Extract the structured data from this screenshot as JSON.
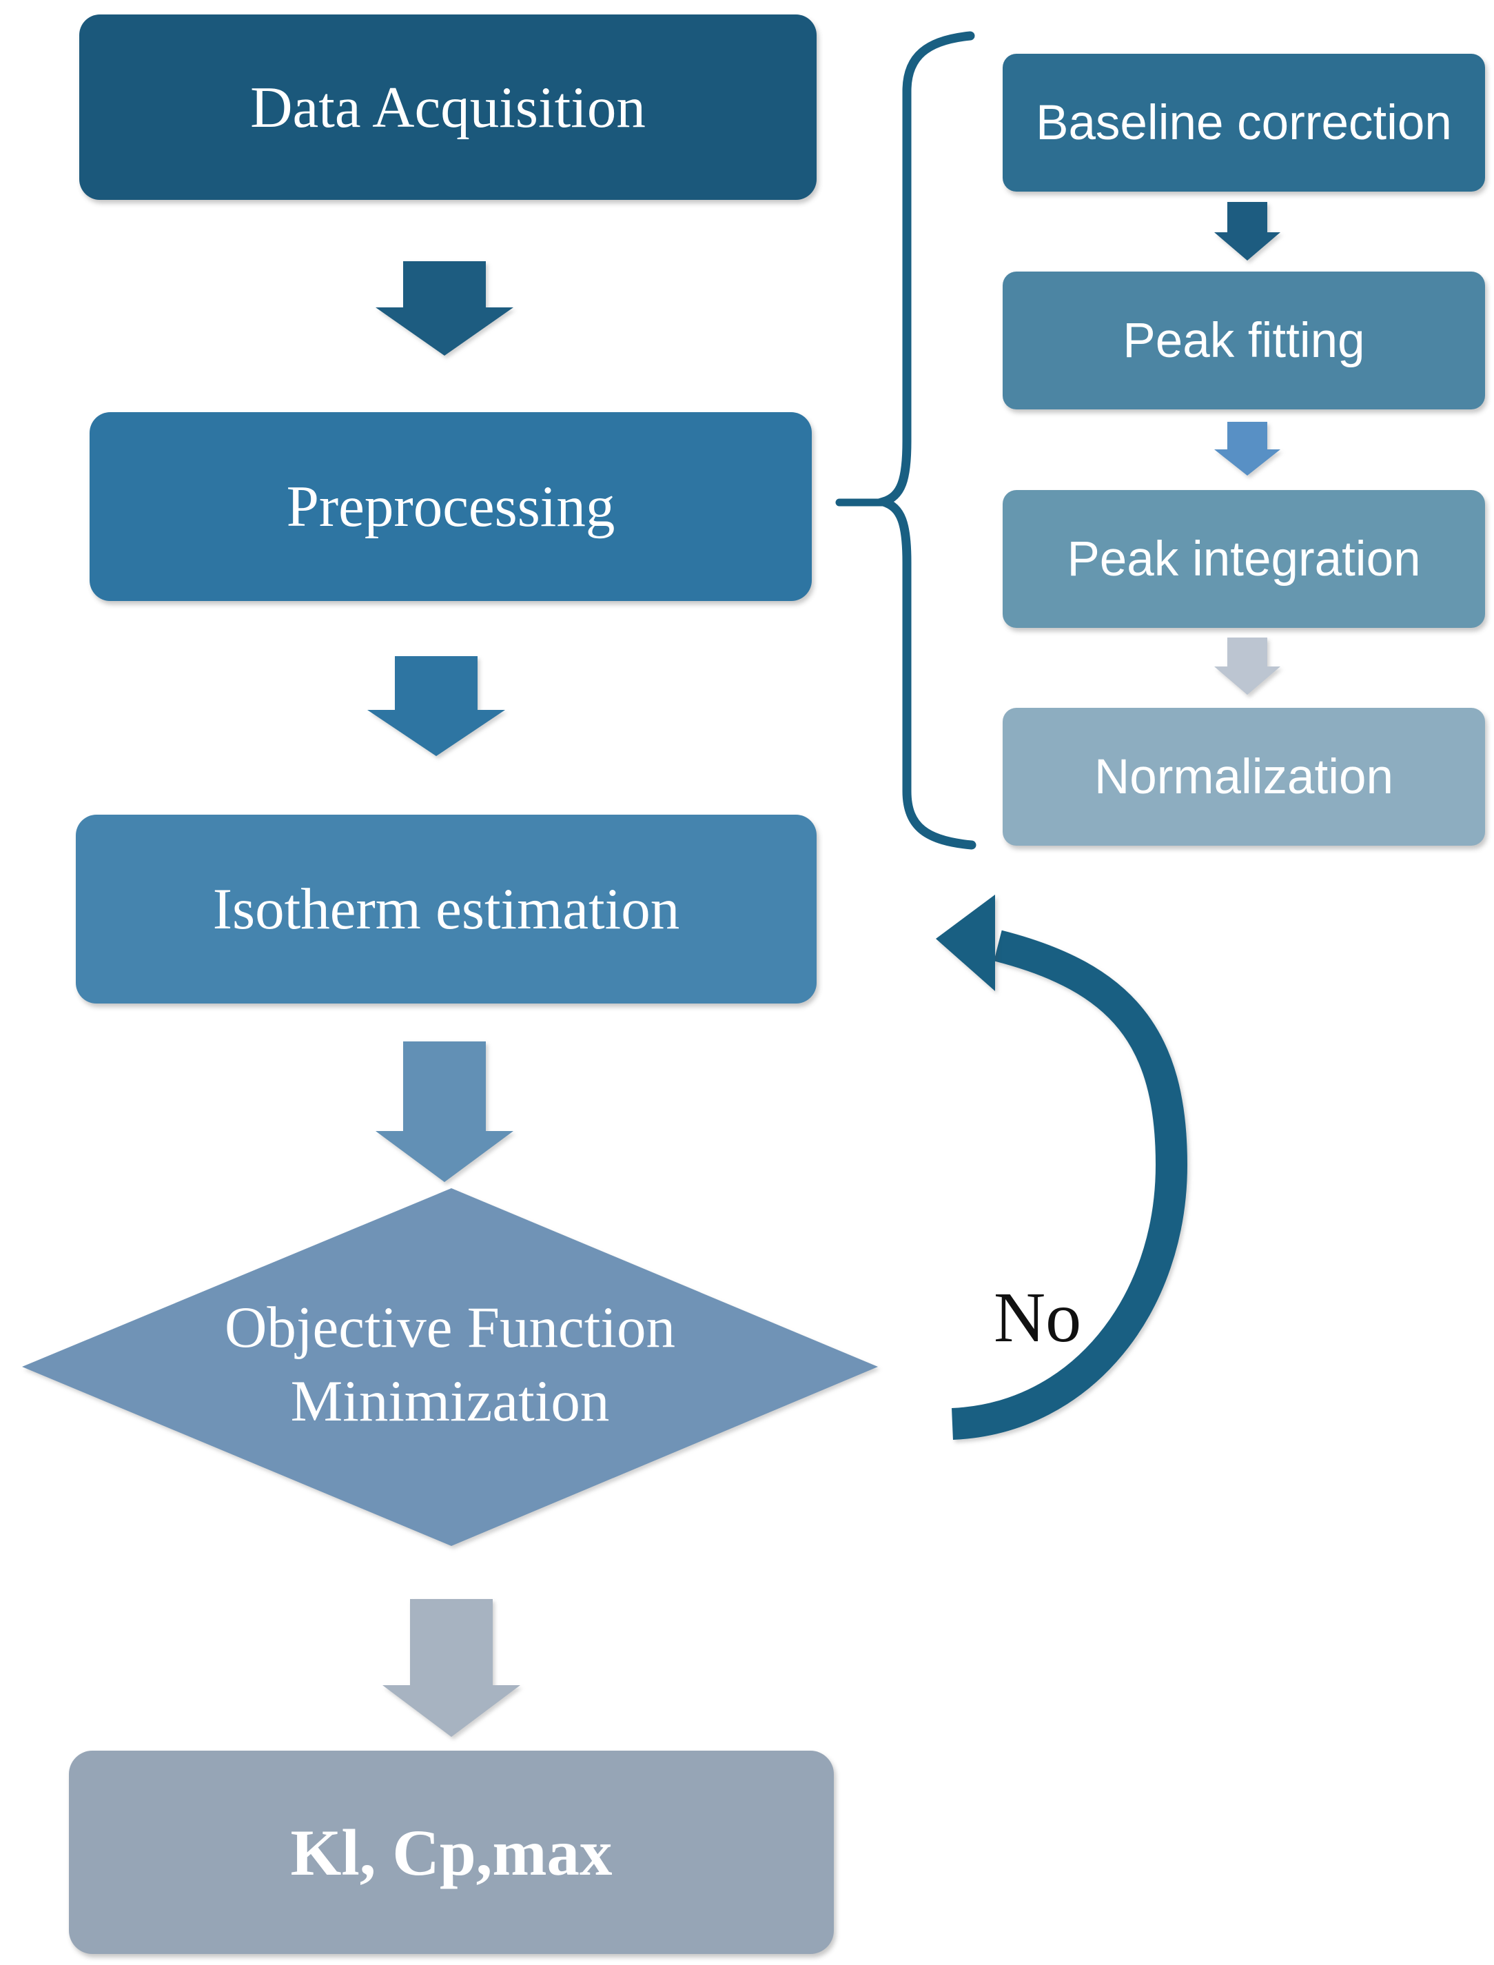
{
  "flow": {
    "background": "#FFFFFF",
    "text_color": "#FFFFFF",
    "steps": [
      {
        "label": "Data Acquisition",
        "fill": "#1B587B"
      },
      {
        "label": "Preprocessing",
        "fill": "#2E75A2"
      },
      {
        "label": "Isotherm estimation",
        "fill": "#4584AE"
      },
      {
        "label": "Objective Function Minimization",
        "fill": "#7093B6"
      },
      {
        "label": "Kl, Cp,max",
        "fill": "#96A5B6"
      }
    ],
    "substeps": [
      {
        "label": "Baseline correction",
        "fill": "#2D6E91"
      },
      {
        "label": "Peak fitting",
        "fill": "#4C85A3"
      },
      {
        "label": "Peak integration",
        "fill": "#6697AF"
      },
      {
        "label": "Normalization",
        "fill": "#8DADC0"
      }
    ],
    "arrows": {
      "main": [
        "#1D5C80",
        "#2E75A2",
        "#6290B5",
        "#A7B3C1"
      ],
      "sub": [
        "#1D5C80",
        "#5890C5",
        "#BCC5D1"
      ]
    },
    "brace_color": "#195F82",
    "loop": {
      "label": "No",
      "label_color": "#111111",
      "color": "#195F82"
    }
  }
}
